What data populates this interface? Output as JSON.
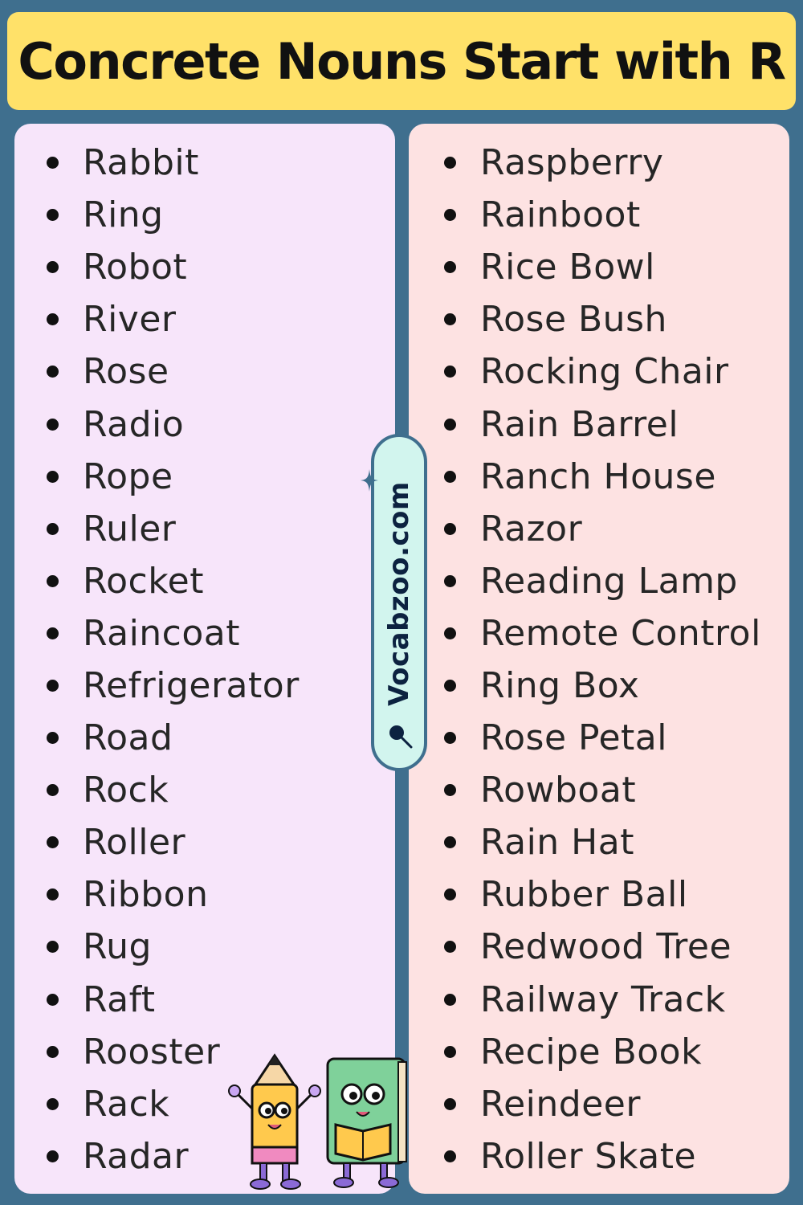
{
  "title": "Concrete Nouns Start with R",
  "watermark": "Vocabzoo.com",
  "left_items": [
    "Rabbit",
    "Ring",
    "Robot",
    "River",
    "Rose",
    "Radio",
    "Rope",
    "Ruler",
    "Rocket",
    "Raincoat",
    "Refrigerator",
    "Road",
    "Rock",
    "Roller",
    "Ribbon",
    "Rug",
    "Raft",
    "Rooster",
    "Rack",
    "Radar"
  ],
  "right_items": [
    "Raspberry",
    "Rainboot",
    "Rice Bowl",
    "Rose Bush",
    "Rocking Chair",
    "Rain Barrel",
    "Ranch House",
    "Razor",
    "Reading Lamp",
    "Remote Control",
    "Ring Box",
    "Rose Petal",
    "Rowboat",
    "Rain Hat",
    "Rubber Ball",
    "Redwood Tree",
    "Railway Track",
    "Recipe Book",
    "Reindeer",
    "Roller Skate"
  ],
  "colors": {
    "background": "#3f6f8e",
    "title_banner": "#ffe169",
    "left_panel": "#f7e5fa",
    "right_panel": "#fde2e2",
    "watermark_pill": "#d2f5ee"
  },
  "icons": {
    "bullet": "bullet-dot-icon",
    "watermark": "magnifier-icon",
    "decoration": "pencil-and-book-mascots-icon"
  }
}
